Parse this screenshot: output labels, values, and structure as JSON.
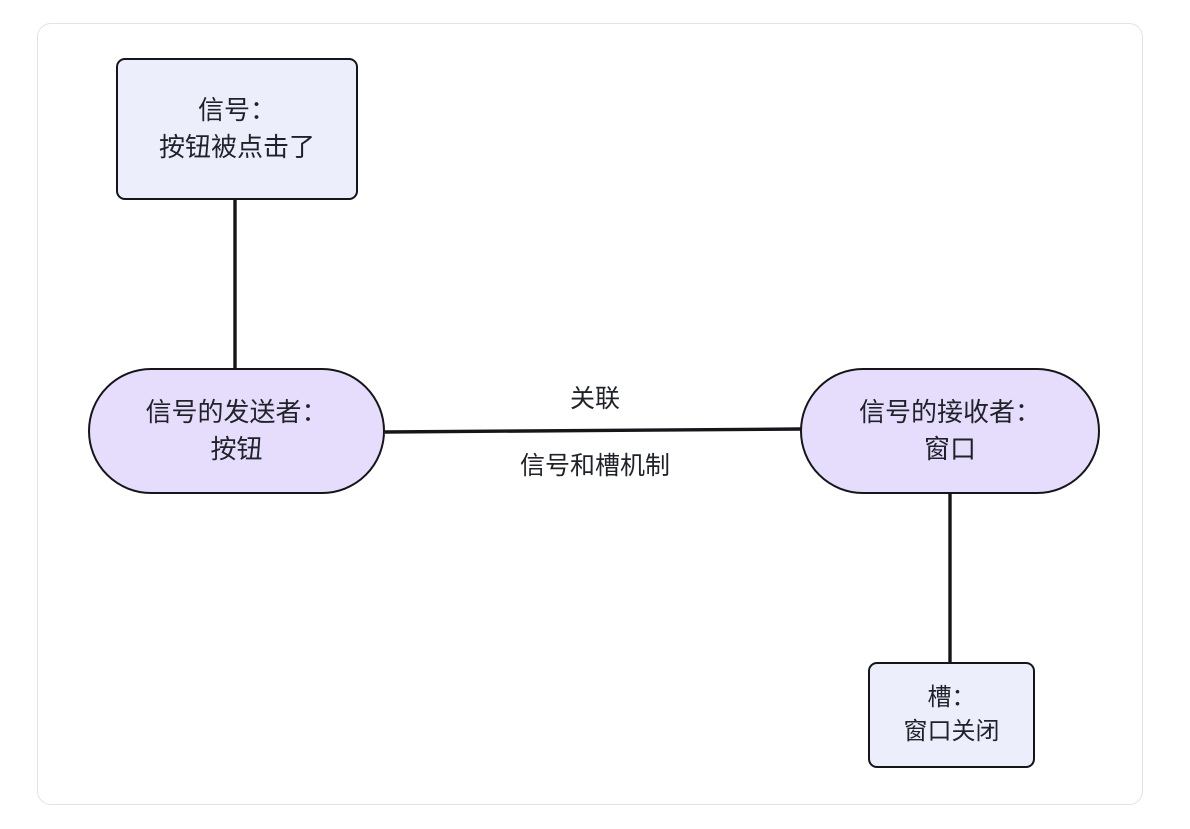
{
  "diagram": {
    "type": "flowchart",
    "title": "",
    "nodes": [
      {
        "id": "signal",
        "shape": "rectangle",
        "fill": "#eceffb",
        "stroke": "#14161a",
        "line1": "信号：",
        "line2": "按钮被点击了"
      },
      {
        "id": "sender",
        "shape": "stadium",
        "fill": "#e6dcfb",
        "stroke": "#14161a",
        "line1": "信号的发送者：",
        "line2": "按钮"
      },
      {
        "id": "receiver",
        "shape": "stadium",
        "fill": "#e6dcfb",
        "stroke": "#14161a",
        "line1": "信号的接收者：",
        "line2": "窗口"
      },
      {
        "id": "slot",
        "shape": "rectangle",
        "fill": "#eceffb",
        "stroke": "#14161a",
        "line1": "槽：",
        "line2": "窗口关闭"
      }
    ],
    "edges": [
      {
        "id": "signal-to-sender",
        "from": "signal",
        "to": "sender",
        "label": "",
        "style": "solid"
      },
      {
        "id": "sender-to-receiver",
        "from": "sender",
        "to": "receiver",
        "label_top": "关联",
        "label_bottom": "信号和槽机制",
        "style": "solid"
      },
      {
        "id": "receiver-to-slot",
        "from": "receiver",
        "to": "slot",
        "label": "",
        "style": "solid"
      }
    ],
    "frame": {
      "border_color": "#e3e3e5",
      "background": "#ffffff"
    }
  }
}
